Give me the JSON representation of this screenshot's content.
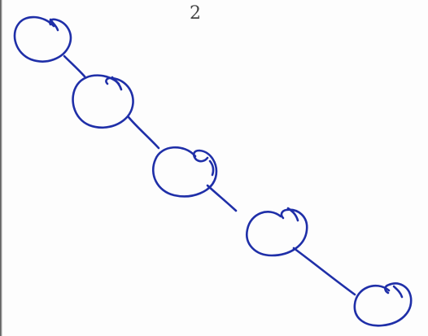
{
  "page": {
    "number": "2",
    "ink_color": "#1f2fa8",
    "background_color": "#fdfdfd"
  },
  "diagram": {
    "description_type": "hand-drawn chain of circles",
    "node_count": 5,
    "edge_count": 4
  }
}
